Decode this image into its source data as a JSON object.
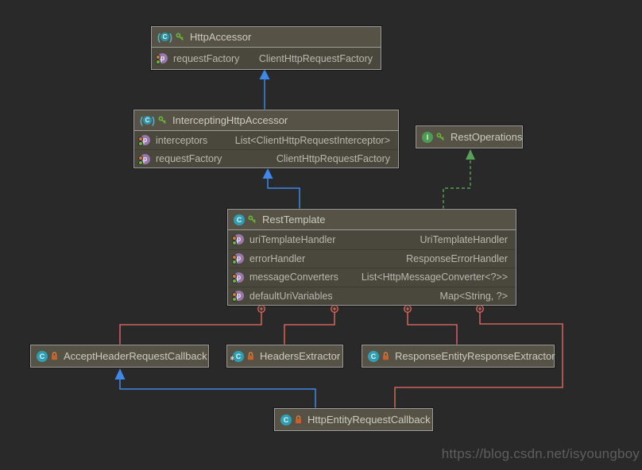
{
  "watermark": "https://blog.csdn.net/isyoungboy",
  "icon_letters": {
    "class": "C",
    "interface": "I",
    "field": "p",
    "static_badge": "✱"
  },
  "classes": [
    {
      "name": "HttpAccessor",
      "kind": "abstract class",
      "access": "public",
      "fields": [
        {
          "name": "requestFactory",
          "type": "ClientHttpRequestFactory"
        }
      ]
    },
    {
      "name": "InterceptingHttpAccessor",
      "kind": "abstract class",
      "access": "public",
      "fields": [
        {
          "name": "interceptors",
          "type": "List<ClientHttpRequestInterceptor>"
        },
        {
          "name": "requestFactory",
          "type": "ClientHttpRequestFactory"
        }
      ]
    },
    {
      "name": "RestOperations",
      "kind": "interface",
      "access": "public",
      "fields": []
    },
    {
      "name": "RestTemplate",
      "kind": "class",
      "access": "public",
      "fields": [
        {
          "name": "uriTemplateHandler",
          "type": "UriTemplateHandler"
        },
        {
          "name": "errorHandler",
          "type": "ResponseErrorHandler"
        },
        {
          "name": "messageConverters",
          "type": "List<HttpMessageConverter<?>>"
        },
        {
          "name": "defaultUriVariables",
          "type": "Map<String, ?>"
        }
      ]
    },
    {
      "name": "AcceptHeaderRequestCallback",
      "kind": "class",
      "access": "private",
      "fields": []
    },
    {
      "name": "HeadersExtractor",
      "kind": "static class",
      "access": "private",
      "fields": []
    },
    {
      "name": "ResponseEntityResponseExtractor",
      "kind": "class",
      "access": "private",
      "fields": []
    },
    {
      "name": "HttpEntityRequestCallback",
      "kind": "class",
      "access": "private",
      "fields": []
    }
  ],
  "relationships": [
    {
      "from": "InterceptingHttpAccessor",
      "to": "HttpAccessor",
      "type": "extends",
      "style": "solid-blue-arrow"
    },
    {
      "from": "RestTemplate",
      "to": "InterceptingHttpAccessor",
      "type": "extends",
      "style": "solid-blue-arrow"
    },
    {
      "from": "RestTemplate",
      "to": "RestOperations",
      "type": "implements",
      "style": "dashed-green-arrow"
    },
    {
      "from": "RestTemplate",
      "to": "AcceptHeaderRequestCallback",
      "type": "inner-class",
      "style": "red-line-plus-anchor"
    },
    {
      "from": "RestTemplate",
      "to": "HeadersExtractor",
      "type": "inner-class",
      "style": "red-line-plus-anchor"
    },
    {
      "from": "RestTemplate",
      "to": "ResponseEntityResponseExtractor",
      "type": "inner-class",
      "style": "red-line-plus-anchor"
    },
    {
      "from": "RestTemplate",
      "to": "HttpEntityRequestCallback",
      "type": "inner-class",
      "style": "red-line-plus-anchor"
    },
    {
      "from": "HttpEntityRequestCallback",
      "to": "AcceptHeaderRequestCallback",
      "type": "extends",
      "style": "solid-blue-arrow"
    }
  ],
  "colors": {
    "background": "#292929",
    "node_header": "#565346",
    "node_body": "#4a473c",
    "node_border": "#9c9c9c",
    "extends_arrow": "#3f87e8",
    "implements_arrow": "#58a158",
    "inner_class_link": "#ef6f66",
    "class_icon": "#2f9fb3",
    "interface_icon": "#4f9b53",
    "field_icon": "#9878ab",
    "lock_icon": "#c2632d",
    "key_icon": "#6cb536",
    "text": "#bab8af",
    "watermark_text": "#5e5e5e"
  }
}
